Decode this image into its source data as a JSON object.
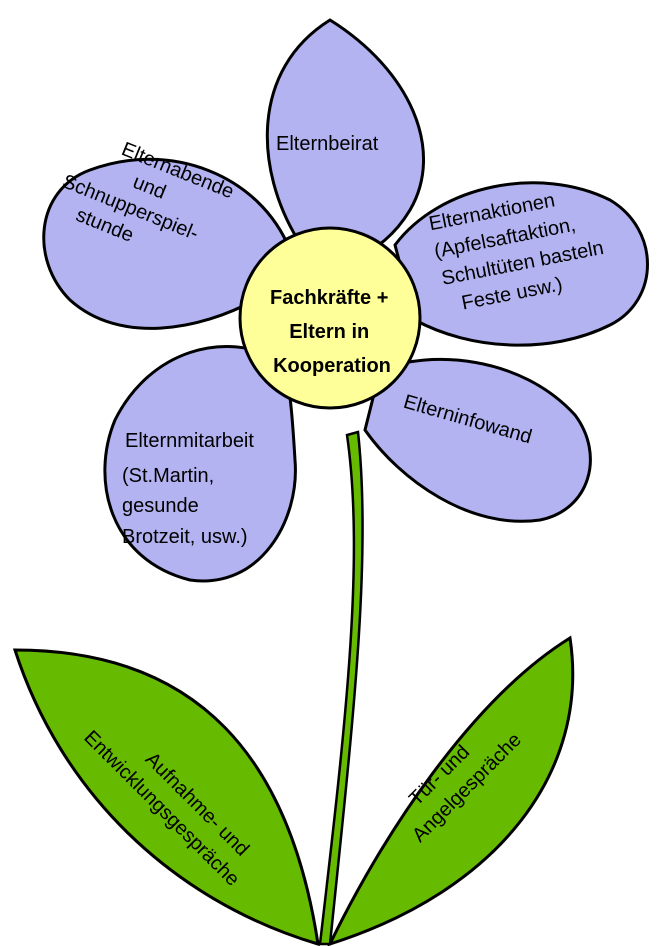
{
  "center": {
    "lines": [
      "Fachkräfte +",
      "Eltern in",
      "Kooperation"
    ],
    "fill": "#ffff99"
  },
  "petals": {
    "top": {
      "lines": [
        "Elternbeirat"
      ]
    },
    "upper_left": {
      "lines": [
        "Elternabende",
        "und",
        "Schnupperspiel-",
        "stunde"
      ]
    },
    "upper_right": {
      "lines": [
        "Elternaktionen",
        "(Apfelsaftaktion,",
        "Schultüten basteln",
        "Feste usw.)"
      ]
    },
    "lower_left": {
      "lines": [
        "Elternmitarbeit",
        "(St.Martin,",
        "gesunde",
        "Brotzeit, usw.)"
      ]
    },
    "lower_right": {
      "lines": [
        "Elterninfowand"
      ]
    },
    "fill": "#b3b3f2"
  },
  "leaves": {
    "left": {
      "lines": [
        "Aufnahme- und",
        "Entwicklungsgespräche"
      ]
    },
    "right": {
      "lines": [
        "Tür- und",
        "Angelgespräche"
      ]
    },
    "fill": "#66bb00"
  }
}
